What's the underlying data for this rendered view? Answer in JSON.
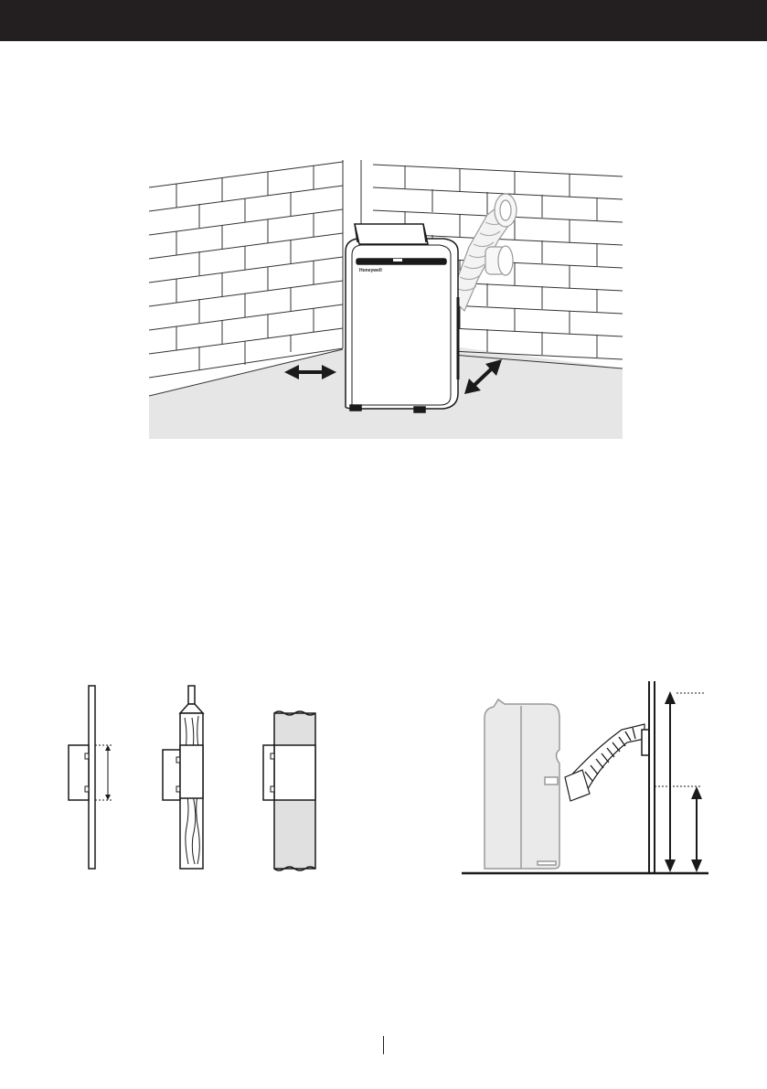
{
  "header": {
    "color": "#231f20"
  },
  "figure_corner": {
    "brand_label": "Honeywell",
    "icons": [
      "brick-wall-left",
      "brick-wall-right",
      "floor",
      "air-conditioner-unit",
      "exhaust-hose",
      "clearance-arrow-side",
      "clearance-arrow-back"
    ]
  },
  "figure_wall_types": {
    "panels": [
      "thin-wall-with-adapter",
      "wooden-wall-with-adapter",
      "thick-wall-with-adapter"
    ]
  },
  "figure_installed": {
    "icons": [
      "air-conditioner-side-view",
      "exhaust-hose",
      "wall-adapter",
      "wall",
      "height-arrow-tall",
      "height-arrow-short"
    ]
  },
  "colors": {
    "floor": "#e6e6e6",
    "wall_fill": "#ffffff",
    "line": "#1a1a1a",
    "hatch": "#e0e0e0"
  }
}
